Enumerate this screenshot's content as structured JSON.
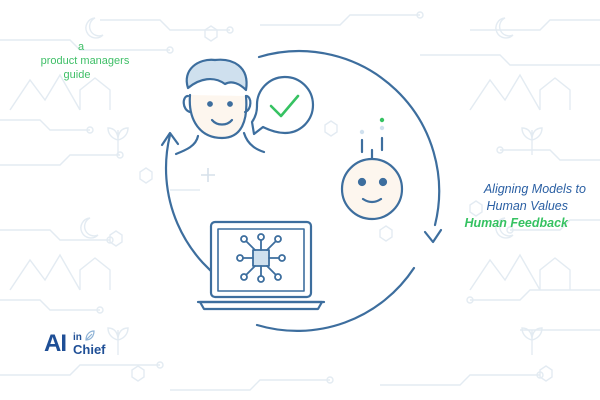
{
  "guide": {
    "line1": "a",
    "line2": "product managers",
    "line3": "guide"
  },
  "headline": {
    "line1": "Aligning Models to",
    "line2": "Human Values",
    "line3": "Human Feedback"
  },
  "logo": {
    "big": "AI",
    "small_top": "in",
    "small_bottom": "Chief"
  },
  "colors": {
    "line": "#3d6e9e",
    "brand_blue": "#1f4f96",
    "accent_green": "#36c262",
    "pattern": "#e3ebf2",
    "skin": "#fdf6ee",
    "hair": "#cfe0ee"
  },
  "icons": [
    "human-head-icon",
    "checkmark-bubble-icon",
    "robot-head-icon",
    "laptop-icon",
    "neural-chip-icon",
    "cycle-arrows-icon"
  ]
}
